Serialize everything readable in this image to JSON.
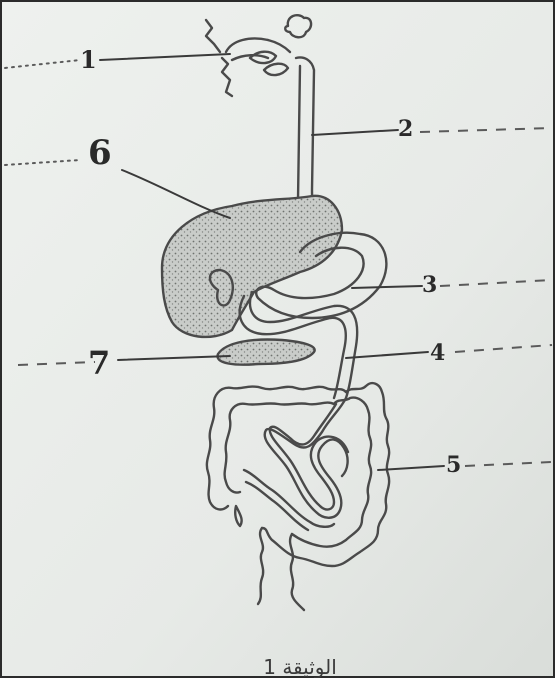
{
  "diagram": {
    "labels": [
      {
        "id": "label-1",
        "text": "1"
      },
      {
        "id": "label-2",
        "text": "2"
      },
      {
        "id": "label-3",
        "text": "3"
      },
      {
        "id": "label-4",
        "text": "4"
      },
      {
        "id": "label-5",
        "text": "5"
      },
      {
        "id": "label-6",
        "text": "6"
      },
      {
        "id": "label-7",
        "text": "7"
      }
    ],
    "footer_text": "الوثيقة 1"
  },
  "colors": {
    "paper": "#e9ece9",
    "ink": "#4a4a4a"
  }
}
